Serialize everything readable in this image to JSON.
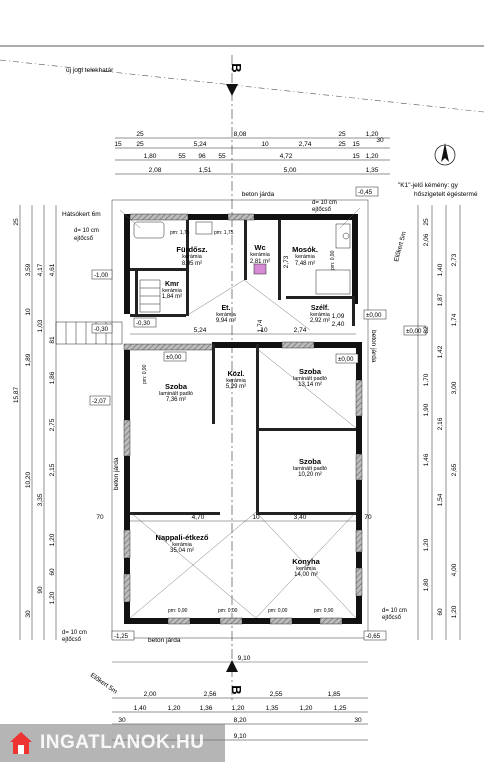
{
  "header": {
    "lot_label": "új jogi telekhatár",
    "section_marker_top": "B",
    "section_marker_bottom": "B",
    "chimney_note_line1": "\"K1\"-jelű kémény: gy",
    "chimney_note_line2": "hőszigetelt égéstermé"
  },
  "labels": {
    "backyard": "Hátsókert 6m",
    "frontyard": "Előkert 5m",
    "sidewalk_top": "beton járda",
    "sidewalk_bottom": "beton járda",
    "sidewalk_left": "beton járda",
    "sidewalk_right": "beton járda",
    "slope_tl": "d= 10 cm",
    "slope_tl2": "ejtőcső",
    "slope_tr": "d= 10 cm",
    "slope_tr2": "ejtőcső",
    "slope_bl": "d= 10 cm",
    "slope_bl2": "ejtőcső",
    "slope_br": "d= 10 cm",
    "slope_br2": "ejtőcső",
    "side_strip": "Előkert 5m"
  },
  "rooms": [
    {
      "name": "Fürdősz.",
      "floor": "kerámia",
      "area": "8,95 m²"
    },
    {
      "name": "Wc",
      "floor": "kerámia",
      "area": "2,81 m²"
    },
    {
      "name": "Mosók.",
      "floor": "kerámia",
      "area": "7,48 m²"
    },
    {
      "name": "Kmr",
      "floor": "kerámia",
      "area": "1,84 m²"
    },
    {
      "name": "Et.",
      "floor": "kerámia",
      "area": "9,94 m²"
    },
    {
      "name": "Szélf.",
      "floor": "kerámia",
      "area": "2,92 m²"
    },
    {
      "name": "Szoba",
      "floor": "laminált padló",
      "area": "7,36 m²"
    },
    {
      "name": "Közl.",
      "floor": "kerámia",
      "area": "5,29 m²"
    },
    {
      "name": "Szoba",
      "floor": "laminált padló",
      "area": "13,14 m²"
    },
    {
      "name": "Szoba",
      "floor": "laminált padló",
      "area": "10,20 m²"
    },
    {
      "name": "Nappali-étkező",
      "floor": "kerámia",
      "area": "35,04 m²"
    },
    {
      "name": "Konyha",
      "floor": "kerámia",
      "area": "14,00 m²"
    }
  ],
  "levels": [
    "-0,45",
    "-1,00",
    "-0,30",
    "-0,30",
    "-2,07",
    "±0,00",
    "±0,00",
    "±0,00",
    "±0,00",
    "-1,25",
    "-0,65"
  ],
  "dims_top": {
    "row1": [
      "25",
      "8,08",
      "25",
      "1,20"
    ],
    "row2": [
      "15",
      "25",
      "5,24",
      "10",
      "2,74",
      "25",
      "15",
      "30"
    ],
    "row3": [
      "1,80",
      "55",
      "96",
      "55",
      "4,72",
      "15",
      "1,20"
    ],
    "row4": [
      "2,08",
      "1,51",
      "5,00",
      "1,35"
    ]
  },
  "dims_bottom": {
    "row1": [
      "2,00",
      "2,56",
      "2,55",
      "1,85"
    ],
    "row2": [
      "1,40",
      "1,20",
      "1,36",
      "1,20",
      "1,35",
      "1,20",
      "1,25"
    ],
    "row3": [
      "30",
      "8,20",
      "30"
    ],
    "row4": [
      "9,10"
    ]
  },
  "dims_left": [
    "25",
    "3,59",
    "4,17",
    "4,61",
    "10",
    "1,03",
    "81",
    "1,89",
    "1,86",
    "2,75",
    "15,87",
    "10,20",
    "3,35",
    "2,15",
    "1,20",
    "60",
    "1,20",
    "90",
    "30"
  ],
  "dims_right": [
    "25",
    "2,06",
    "1,40",
    "2,73",
    "1,87",
    "82",
    "1,74",
    "1,42",
    "1,70",
    "3,00",
    "2,16",
    "1,90",
    "2,65",
    "1,46",
    "1,54",
    "1,20",
    "1,80",
    "4,00",
    "60",
    "1,20"
  ],
  "interior_dims": [
    "5,24",
    "10",
    "2,74",
    "1,74",
    "4,70",
    "10",
    "3,40",
    "70",
    "70",
    "2,73",
    "1,09",
    "2,40",
    "9,10"
  ],
  "windows": [
    "pm: 1,75",
    "pm: 1,75",
    "pm: 0,90",
    "pm: 0,90",
    "pm: 0,00",
    "pm: 0,00",
    "pm: 0,90",
    "pm: 0,90"
  ],
  "watermark": {
    "text": "INGATLANOK.HU"
  }
}
